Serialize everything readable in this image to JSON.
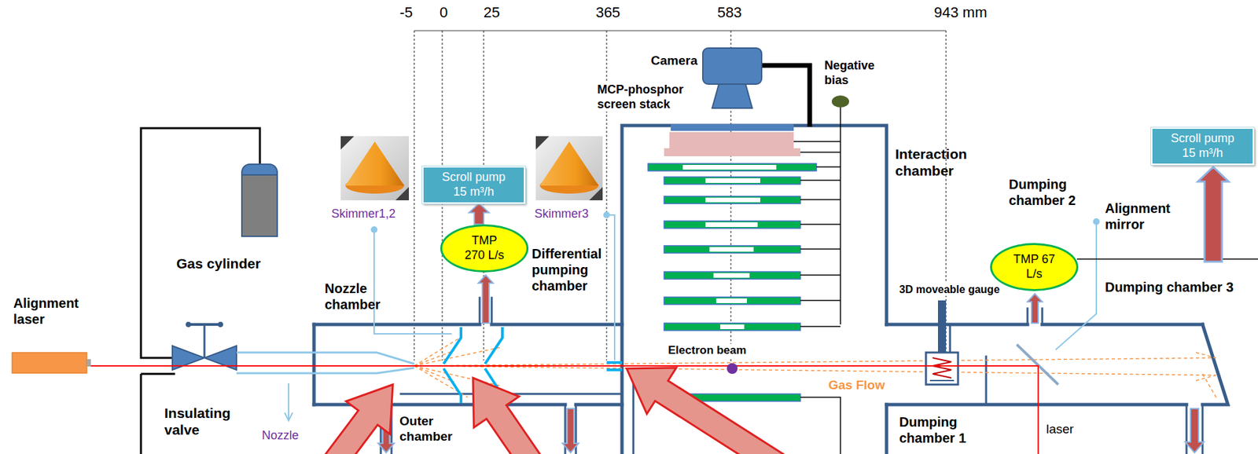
{
  "diagram": {
    "nodes": [
      {
        "text": [
          "Scroll pump 15 m³/h"
        ]
      },
      {
        "text": [
          "TMP 270 L/s"
        ]
      },
      {
        "text": [
          "TMP 67 L/s"
        ]
      },
      {
        "text": [
          "Scroll pump 15 m³/h"
        ]
      }
    ],
    "edges": [
      {
        "from": 1,
        "to": 0,
        "arrow": "to"
      }
    ],
    "labels": [
      "-5",
      "0",
      "25",
      "365",
      "583",
      "943 mm",
      "Alignment laser",
      "Gas cylinder",
      "Insulating valve",
      "Nozzle chamber",
      "Nozzle",
      "Skimmer1,2",
      "Skimmer3",
      "Differential pumping chamber",
      "Outer chamber",
      "Camera",
      "MCP-phosphor screen stack",
      "Negative bias",
      "Interaction chamber",
      "Electron beam",
      "Gas Flow",
      "3D moveable gauge",
      "Dumping chamber 1",
      "Dumping chamber 2",
      "Alignment mirror",
      "Dumping chamber 3",
      "laser"
    ]
  }
}
